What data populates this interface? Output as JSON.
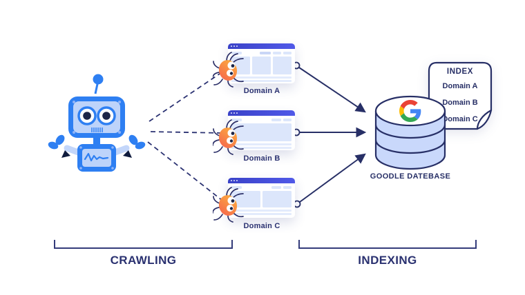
{
  "diagram": {
    "stages": {
      "crawling": {
        "label": "CRAWLING"
      },
      "indexing": {
        "label": "INDEXING"
      }
    },
    "domains": [
      {
        "label": "Domain A"
      },
      {
        "label": "Domain B"
      },
      {
        "label": "Domain C"
      }
    ],
    "database": {
      "label": "GOODLE DATEBASE"
    },
    "index_document": {
      "title": "INDEX",
      "entries": [
        {
          "label": "Domain A"
        },
        {
          "label": "Domain B"
        },
        {
          "label": "Domain C"
        }
      ]
    },
    "icons": {
      "robot": "crawler-robot-icon",
      "spider": "web-crawler-spider-icon",
      "google": "google-logo-icon",
      "database": "database-cylinder-icon",
      "index_paper": "index-document-icon"
    },
    "colors": {
      "navy": "#272F66",
      "bracket_navy": "#333B7A",
      "robot_blue": "#2E7FF2",
      "robot_light_blue": "#BDD3FA",
      "window_bar_indigo": "#4149D6",
      "wireframe_blue": "#DCE6FB",
      "cylinder_periwinkle": "#C9D8FB",
      "spider_orange": "#F4614E",
      "spider_amber": "#FDB43C",
      "google_blue": "#4285F4",
      "google_red": "#EA4335",
      "google_yellow": "#FBBC05",
      "google_green": "#34A853"
    }
  }
}
